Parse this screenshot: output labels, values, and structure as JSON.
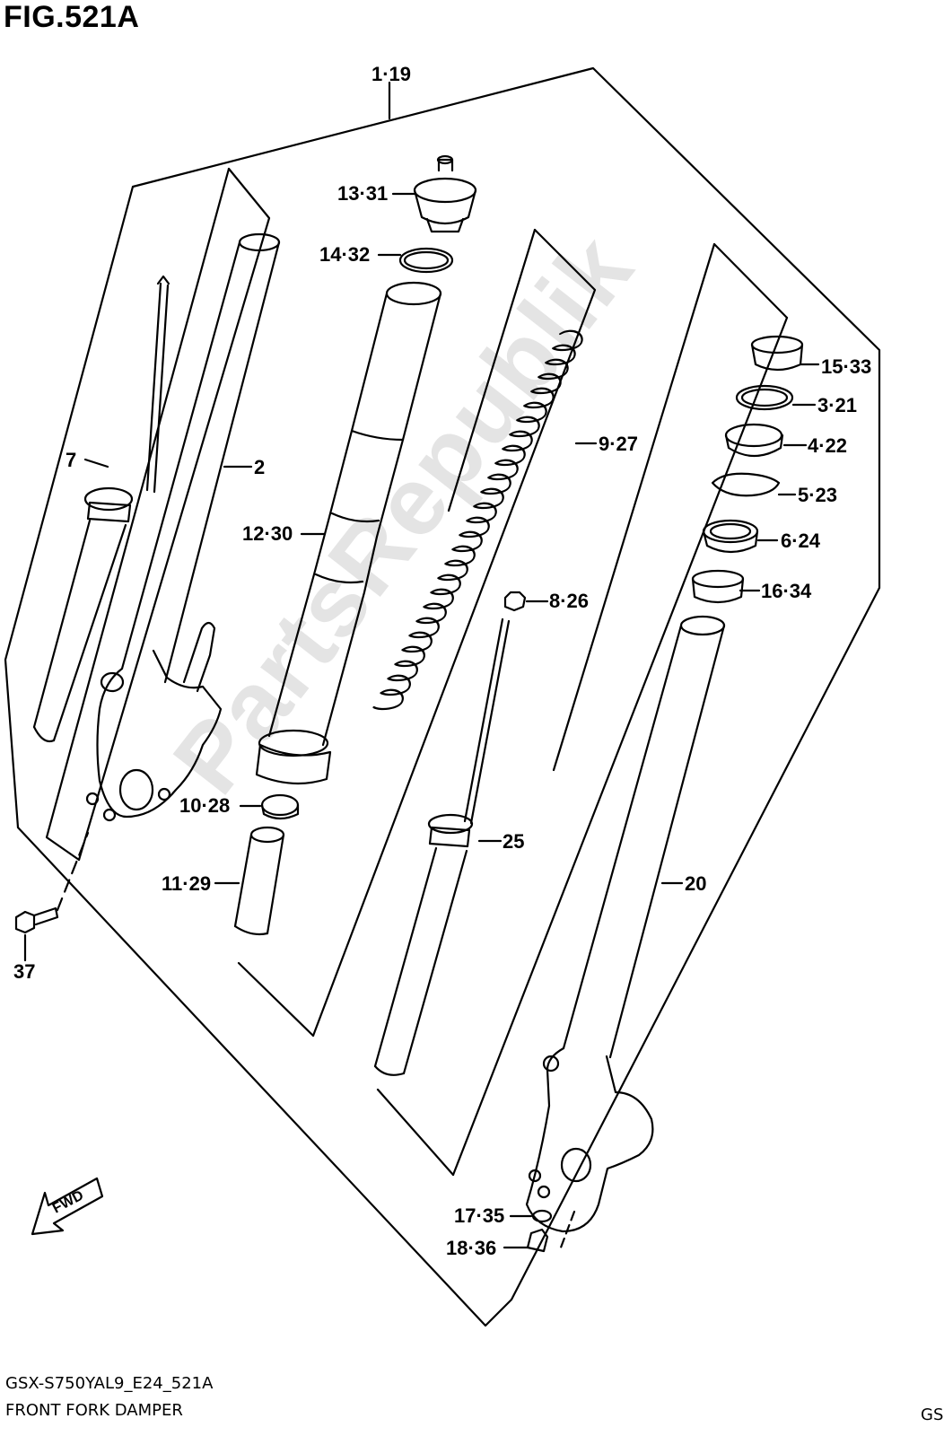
{
  "figure": {
    "title": "FIG.521A",
    "code": "GSX-S750YAL9_E24_521A",
    "description": "FRONT FORK DAMPER",
    "region": "GS",
    "watermark": "PartsRepublik",
    "direction_badge": "FWD"
  },
  "labels": {
    "assembly": "1·19",
    "inner_tube_left": "2",
    "damper_rod_left": "7",
    "bolt": "37",
    "damper_left": "12·30",
    "cap_bolt": "13·31",
    "o_ring": "14·32",
    "stopper": "10·28",
    "spacer": "11·29",
    "spring": "9·27",
    "nut": "8·26",
    "damper_rod_right": "25",
    "inner_tube_right": "20",
    "bush_upper": "15·33",
    "retainer": "3·21",
    "dust_seal": "4·22",
    "stopper_ring": "5·23",
    "oil_seal": "6·24",
    "bush_lower": "16·34",
    "washer": "17·35",
    "drain_bolt": "18·36"
  }
}
